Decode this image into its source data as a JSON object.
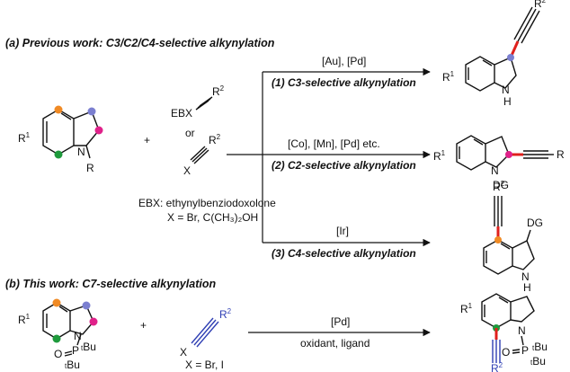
{
  "section_a": "(a) Previous work: C3/C2/C4-selective alkynylation",
  "section_b": "(b) This work: C7-selective alkynylation",
  "reagents_a": {
    "ebx": "EBX",
    "or": "or",
    "x": "X",
    "plus": "+",
    "ebx_def": "EBX: ethynylbenziodoxolone",
    "x_def": "X = Br, C(CH₃)₂OH"
  },
  "atoms": {
    "r": "R",
    "r1": "R",
    "sup1": "1",
    "r2": "R",
    "sup2": "2",
    "n": "N",
    "h": "H",
    "nh": "N",
    "dg": "DG",
    "p": "P",
    "o": "O",
    "tbu": "Bu",
    "t": "t"
  },
  "routes": [
    {
      "conditions": "[Au], [Pd]",
      "label": "(1) C3-selective alkynylation"
    },
    {
      "conditions": "[Co], [Mn], [Pd] etc.",
      "label": "(2) C2-selective alkynylation"
    },
    {
      "conditions": "[Ir]",
      "label": "(3) C4-selective alkynylation"
    }
  ],
  "this_work": {
    "conditions": "[Pd]",
    "conditions2": "oxidant, ligand",
    "x_def": "X = Br, I",
    "plus": "+"
  },
  "colors": {
    "c3": "#7b7fd0",
    "c2": "#e0218a",
    "c4": "#f08a24",
    "c7": "#1e9a3c",
    "new_bond": "#e0201c",
    "alkyne_blue": "#2f3fb4"
  }
}
